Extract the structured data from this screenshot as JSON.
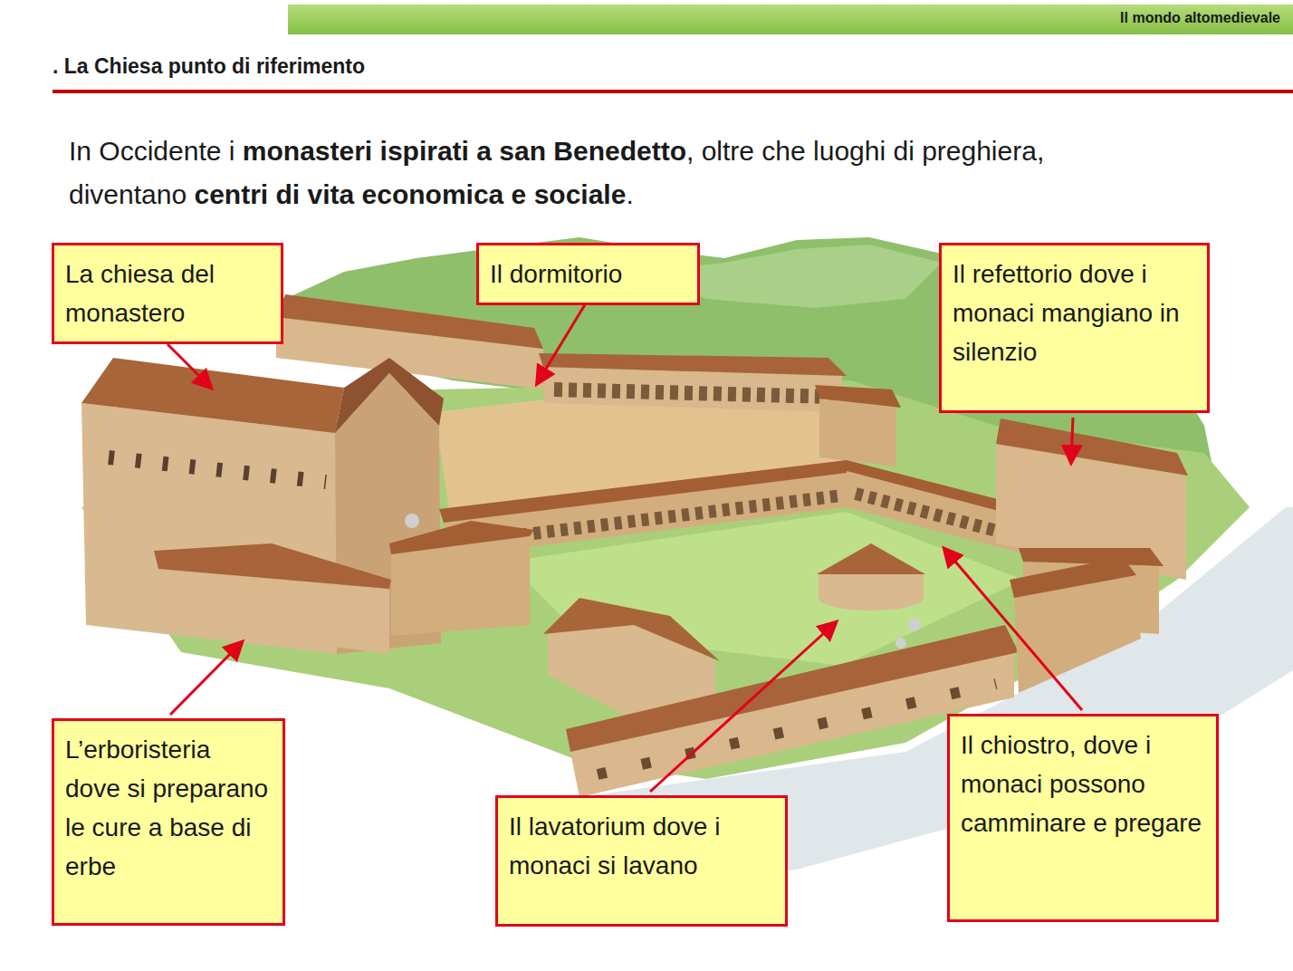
{
  "diagram": {
    "title": ". La Chiesa punto di riferimento",
    "nodes": [
      {
        "text": [
          "La chiesa del monastero"
        ]
      },
      {
        "text": [
          "Il dormitorio"
        ]
      },
      {
        "text": [
          "Il refettorio dove i monaci mangiano in silenzio"
        ]
      },
      {
        "text": [
          "L’erboristeria dove si preparano le cure a base di erbe"
        ]
      },
      {
        "text": [
          "Il lavatorium dove i monaci si lavano"
        ]
      },
      {
        "text": [
          "Il chiostro, dove i monaci possono camminare e pregare"
        ]
      }
    ],
    "labels": [
      "Il mondo altomedievale",
      "In Occidente i",
      "monasteri ispirati a san Benedetto",
      ", oltre che luoghi di preghiera, diventano",
      "centri di vita economica e sociale",
      "."
    ]
  }
}
